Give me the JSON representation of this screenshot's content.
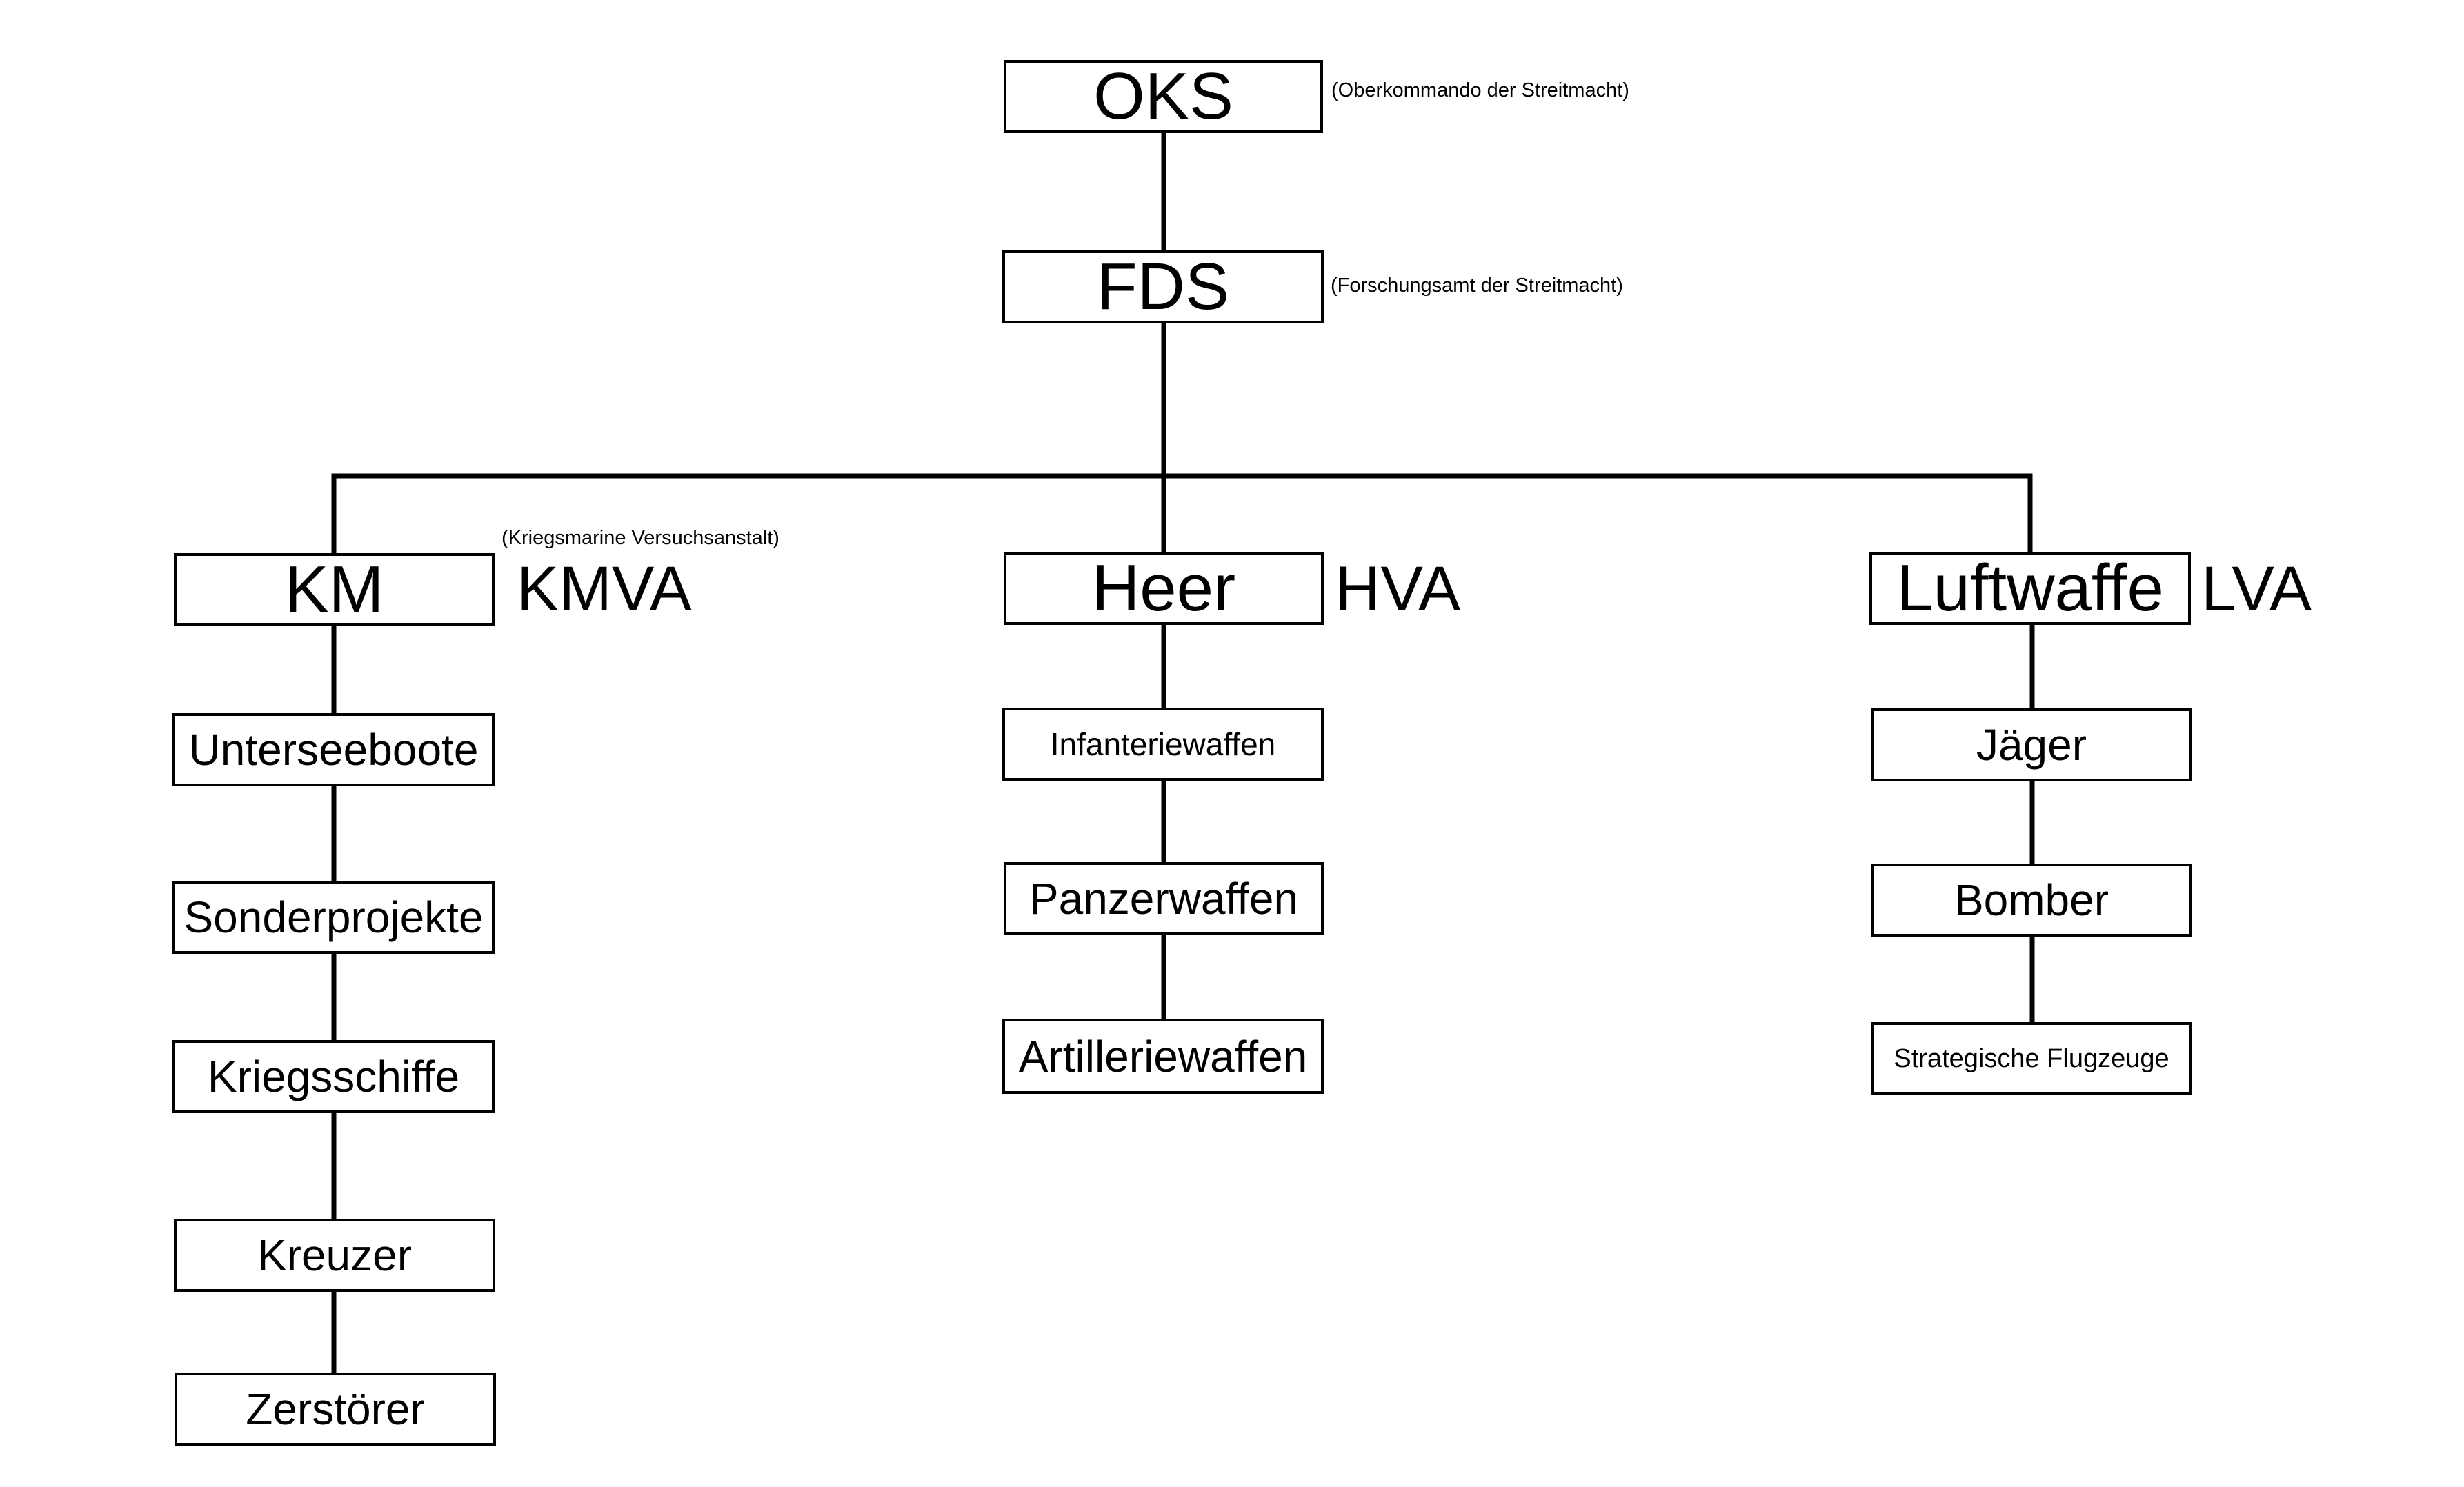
{
  "colors": {
    "line": "#000000",
    "box_border": "#000000",
    "background": "#ffffff"
  },
  "top": {
    "oks": {
      "label": "OKS",
      "note": "(Oberkommando der Streitmacht)"
    },
    "fds": {
      "label": "FDS",
      "note": "(Forschungsamt der Streitmacht)"
    }
  },
  "branches": {
    "km": {
      "label": "KM",
      "abbr": "KMVA",
      "note": "(Kriegsmarine Versuchsanstalt)",
      "children": [
        "Unterseeboote",
        "Sonderprojekte",
        "Kriegsschiffe",
        "Kreuzer",
        "Zerstörer"
      ]
    },
    "heer": {
      "label": "Heer",
      "abbr": "HVA",
      "children": [
        "Infanteriewaffen",
        "Panzerwaffen",
        "Artilleriewaffen"
      ]
    },
    "luftwaffe": {
      "label": "Luftwaffe",
      "abbr": "LVA",
      "children": [
        "Jäger",
        "Bomber",
        "Strategische Flugzeuge"
      ]
    }
  }
}
